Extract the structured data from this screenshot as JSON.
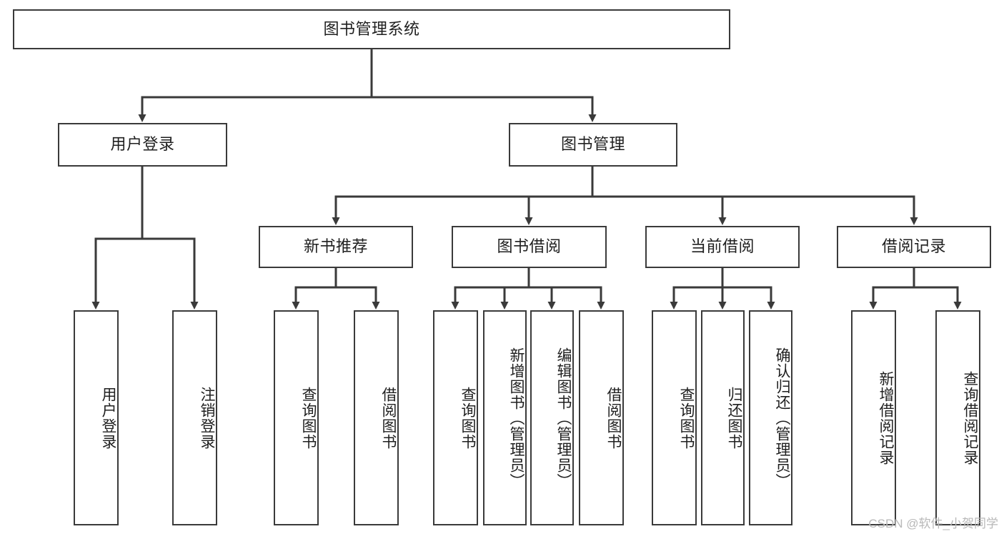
{
  "diagram": {
    "type": "tree-hierarchy-flowchart",
    "title": "图书管理系统",
    "background_color": "#ffffff",
    "line_color": "#3a3a3a",
    "text_color": "#1f1f1f",
    "levels": [
      {
        "level": 0,
        "nodes": [
          {
            "id": "root",
            "label": "图书管理系统",
            "orientation": "horizontal"
          }
        ]
      },
      {
        "level": 1,
        "nodes": [
          {
            "id": "login",
            "label": "用户登录",
            "orientation": "horizontal"
          },
          {
            "id": "bookmgmt",
            "label": "图书管理",
            "orientation": "horizontal"
          }
        ]
      },
      {
        "level": 2,
        "nodes": [
          {
            "id": "newbook",
            "label": "新书推荐",
            "orientation": "horizontal"
          },
          {
            "id": "borrow",
            "label": "图书借阅",
            "orientation": "horizontal"
          },
          {
            "id": "current",
            "label": "当前借阅",
            "orientation": "horizontal"
          },
          {
            "id": "records",
            "label": "借阅记录",
            "orientation": "horizontal"
          }
        ]
      },
      {
        "level": 3,
        "nodes": [
          {
            "id": "leaf-1",
            "parent": "login",
            "label": "用户登录",
            "orientation": "vertical"
          },
          {
            "id": "leaf-2",
            "parent": "login",
            "label": "注销登录",
            "orientation": "vertical"
          },
          {
            "id": "leaf-3",
            "parent": "newbook",
            "label": "查询图书",
            "orientation": "vertical"
          },
          {
            "id": "leaf-4",
            "parent": "newbook",
            "label": "借阅图书",
            "orientation": "vertical"
          },
          {
            "id": "leaf-5",
            "parent": "borrow",
            "label": "查询图书",
            "orientation": "vertical"
          },
          {
            "id": "leaf-6",
            "parent": "borrow",
            "label": "新增图书（管理员）",
            "orientation": "vertical"
          },
          {
            "id": "leaf-7",
            "parent": "borrow",
            "label": "编辑图书（管理员）",
            "orientation": "vertical"
          },
          {
            "id": "leaf-8",
            "parent": "borrow",
            "label": "借阅图书",
            "orientation": "vertical"
          },
          {
            "id": "leaf-9",
            "parent": "current",
            "label": "查询图书",
            "orientation": "vertical"
          },
          {
            "id": "leaf-10",
            "parent": "current",
            "label": "归还图书",
            "orientation": "vertical"
          },
          {
            "id": "leaf-11",
            "parent": "current",
            "label": "确认归还（管理员）",
            "orientation": "vertical"
          },
          {
            "id": "leaf-12",
            "parent": "records",
            "label": "新增借阅记录",
            "orientation": "vertical"
          },
          {
            "id": "leaf-13",
            "parent": "records",
            "label": "查询借阅记录",
            "orientation": "vertical"
          }
        ]
      }
    ],
    "edges": [
      {
        "from": "root",
        "to": "login"
      },
      {
        "from": "root",
        "to": "bookmgmt"
      },
      {
        "from": "bookmgmt",
        "to": "newbook"
      },
      {
        "from": "bookmgmt",
        "to": "borrow"
      },
      {
        "from": "bookmgmt",
        "to": "current"
      },
      {
        "from": "bookmgmt",
        "to": "records"
      },
      {
        "from": "login",
        "to": "leaf-1"
      },
      {
        "from": "login",
        "to": "leaf-2"
      },
      {
        "from": "newbook",
        "to": "leaf-3"
      },
      {
        "from": "newbook",
        "to": "leaf-4"
      },
      {
        "from": "borrow",
        "to": "leaf-5"
      },
      {
        "from": "borrow",
        "to": "leaf-6"
      },
      {
        "from": "borrow",
        "to": "leaf-7"
      },
      {
        "from": "borrow",
        "to": "leaf-8"
      },
      {
        "from": "current",
        "to": "leaf-9"
      },
      {
        "from": "current",
        "to": "leaf-10"
      },
      {
        "from": "current",
        "to": "leaf-11"
      },
      {
        "from": "records",
        "to": "leaf-12"
      },
      {
        "from": "records",
        "to": "leaf-13"
      }
    ]
  },
  "watermark": {
    "text": "CSDN @软件_小贺同学",
    "color": "#b8b8b8"
  }
}
